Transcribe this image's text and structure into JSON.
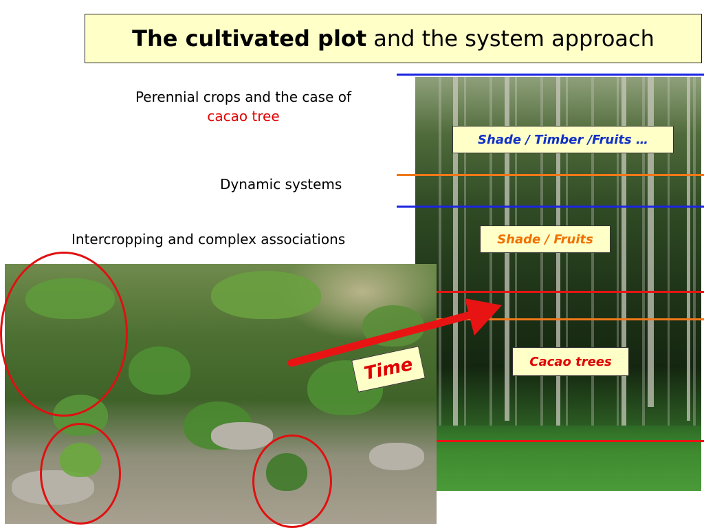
{
  "slide": {
    "title_bold": "The cultivated plot",
    "title_rest": "and the system approach",
    "subtitle_line1": "Perennial crops and the case of",
    "subtitle_line2": "cacao tree",
    "dynamic": "Dynamic systems",
    "intercropping": "Intercropping and complex associations"
  },
  "layers": {
    "canopy_label": "Shade / Timber /Fruits …",
    "mid_label": "Shade / Fruits",
    "cacao_label": "Cacao trees",
    "time_label": "Time"
  },
  "colors": {
    "label_bg": "#ffffc8",
    "blue_line": "#1a24e0",
    "orange_line": "#f07818",
    "red_line": "#e81414"
  }
}
